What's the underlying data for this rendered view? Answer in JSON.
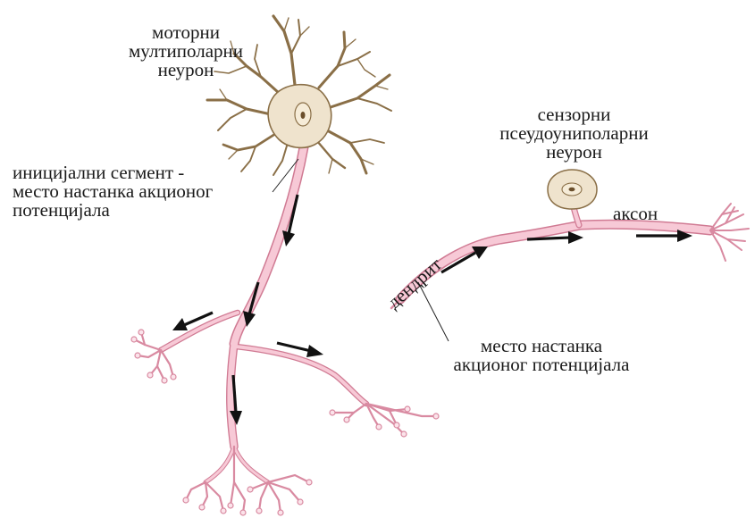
{
  "motor_neuron": {
    "title_lines": [
      "моторни",
      "мултиполарни",
      "неурон"
    ],
    "initial_segment_lines": [
      "иницијални сегмент -",
      "место настанка акционог",
      "потенцијала"
    ]
  },
  "sensory_neuron": {
    "title_lines": [
      "сензорни",
      "псеудоуниполарни",
      "неурон"
    ],
    "dendrite_label": "дендрит",
    "axon_label": "аксон",
    "origin_lines": [
      "место настанка",
      "акционог потенцијала"
    ]
  },
  "colors": {
    "soma_fill": "#efe3cd",
    "soma_outline": "#8a6f47",
    "dendrite_brown": "#8a6f47",
    "fiber_fill": "#f7c9d6",
    "fiber_outline": "#d07a93",
    "arrow": "#111111",
    "text": "#1a1a1a"
  }
}
